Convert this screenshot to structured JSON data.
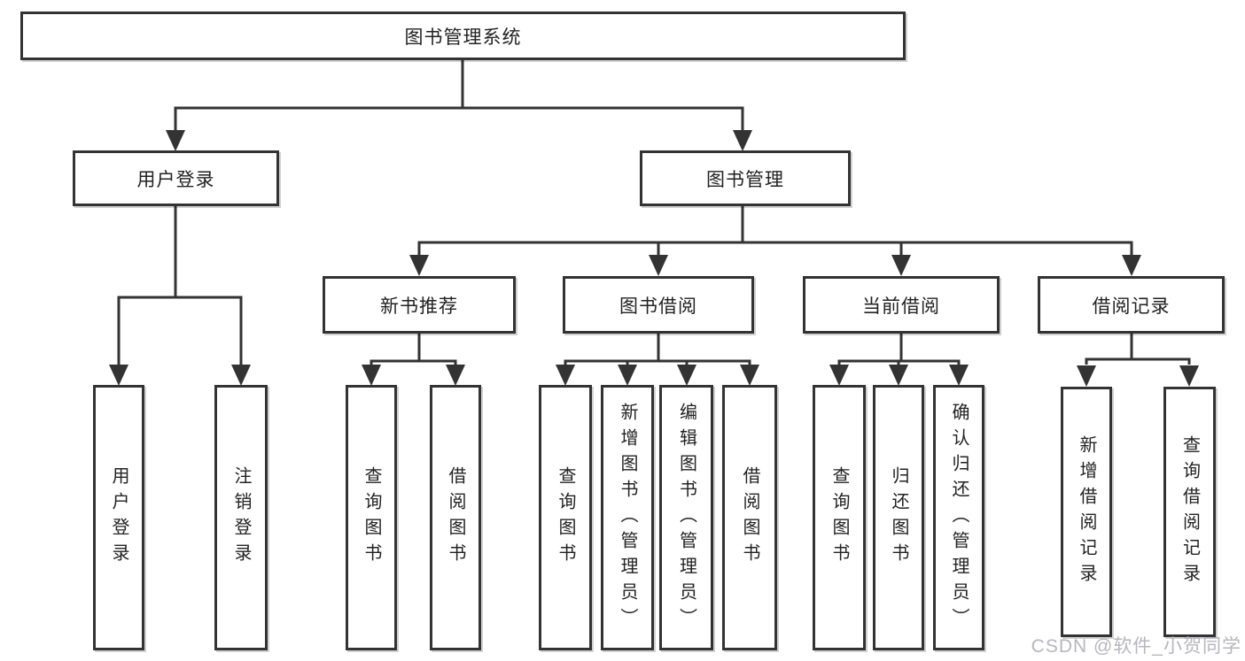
{
  "diagram_title": "图书管理系统",
  "watermark": "CSDN @软件_小贺同学",
  "colors": {
    "line": "#333333",
    "box_border": "#333333",
    "box_fill": "#ffffff",
    "text": "#222222",
    "watermark": "#b6b6bd",
    "background": "#ffffff"
  },
  "tree": {
    "label": "图书管理系统",
    "children": [
      {
        "label": "用户登录",
        "children": [
          {
            "label": "用户登录"
          },
          {
            "label": "注销登录"
          }
        ]
      },
      {
        "label": "图书管理",
        "children": [
          {
            "label": "新书推荐",
            "children": [
              {
                "label": "查询图书"
              },
              {
                "label": "借阅图书"
              }
            ]
          },
          {
            "label": "图书借阅",
            "children": [
              {
                "label": "查询图书"
              },
              {
                "label": "新增图书（管理员）"
              },
              {
                "label": "编辑图书（管理员）"
              },
              {
                "label": "借阅图书"
              }
            ]
          },
          {
            "label": "当前借阅",
            "children": [
              {
                "label": "查询图书"
              },
              {
                "label": "归还图书"
              },
              {
                "label": "确认归还（管理员）"
              }
            ]
          },
          {
            "label": "借阅记录",
            "children": [
              {
                "label": "新增借阅记录"
              },
              {
                "label": "查询借阅记录"
              }
            ]
          }
        ]
      }
    ]
  }
}
